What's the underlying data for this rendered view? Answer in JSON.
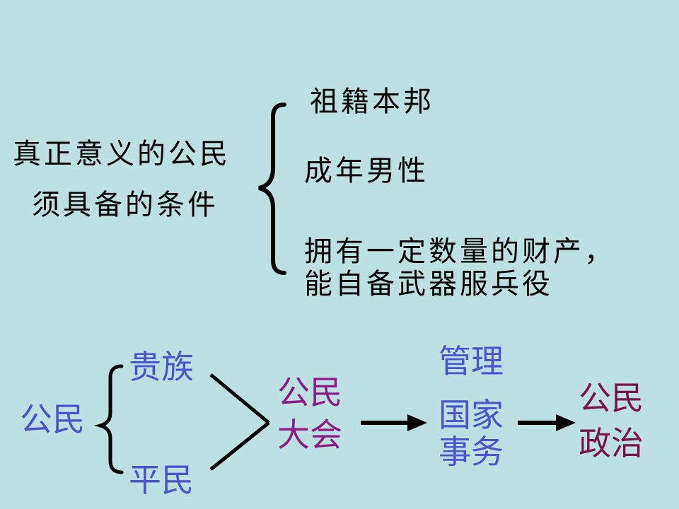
{
  "top": {
    "subject_line1": "真正意义的公民",
    "subject_line2": "须具备的条件",
    "conditions": [
      "祖籍本邦",
      "成年男性",
      "拥有一定数量的财产，",
      "能自备武器服兵役"
    ]
  },
  "bottom": {
    "citizen": "公民",
    "nobles": "贵族",
    "commoners": "平民",
    "assembly_line1": "公民",
    "assembly_line2": "大会",
    "manage_line1": "管理",
    "manage_line2": "国家",
    "manage_line3": "事务",
    "politics_line1": "公民",
    "politics_line2": "政治"
  },
  "colors": {
    "background": "#bde0e2",
    "blue_text": "#4b53d0",
    "purple_text": "#8a1d86",
    "maroon_text": "#7a1444",
    "black_text": "#000000"
  }
}
